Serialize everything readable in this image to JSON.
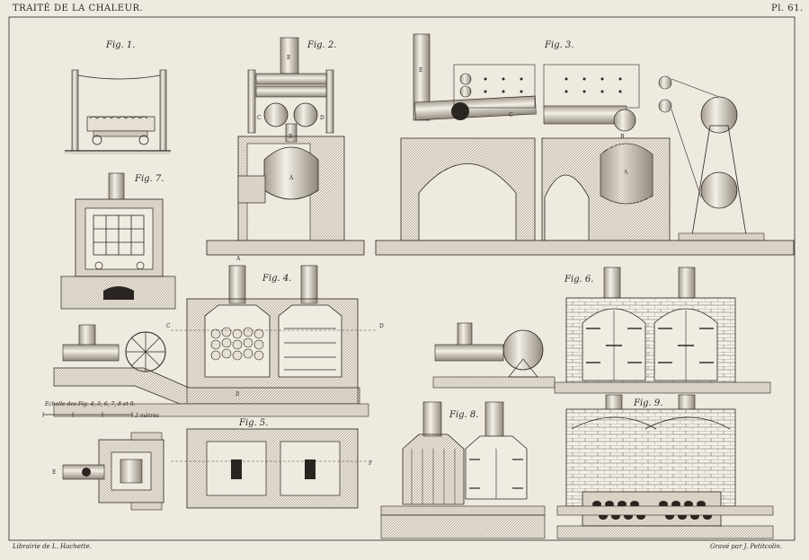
{
  "header": {
    "title": "TRAITÉ DE LA CHALEUR.",
    "plate": "Pl. 61."
  },
  "footer": {
    "publisher": "Librairie de L. Hachette.",
    "engraver": "Gravé par J. Petitcolin."
  },
  "figures": {
    "f1": "Fig. 1.",
    "f2": "Fig. 2.",
    "f3": "Fig. 3.",
    "f4": "Fig. 4.",
    "f5": "Fig. 5.",
    "f6": "Fig. 6.",
    "f7": "Fig. 7.",
    "f8": "Fig. 8.",
    "f9": "Fig. 9."
  },
  "letters": {
    "A": "A",
    "B": "B",
    "C": "C",
    "D": "D",
    "E": "E",
    "F": "F"
  },
  "scale": {
    "caption": "Echelle des Fig. 4, 5, 6, 7, 8 et 9.",
    "units": "3 mètres"
  },
  "colors": {
    "paper": "#efeadf",
    "ink": "#2a2520",
    "hatch": "#b9b0a2",
    "masonry": "#d9d2c5"
  }
}
